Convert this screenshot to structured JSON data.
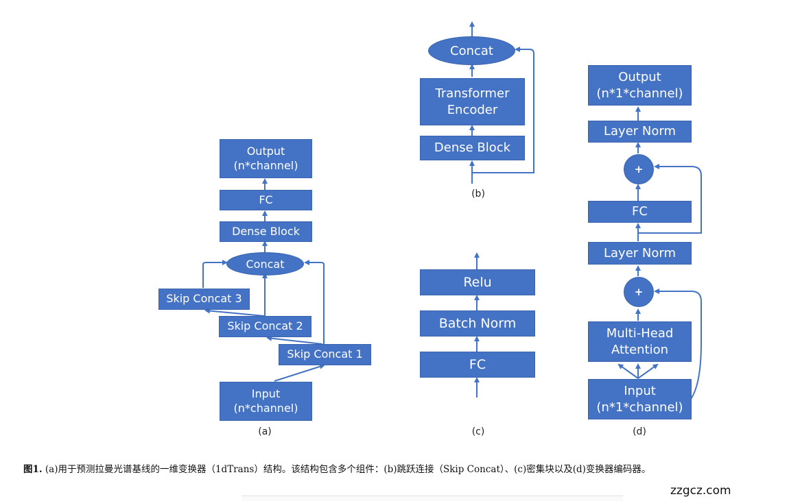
{
  "colors": {
    "box": "#4472c4",
    "line": "#4472c4",
    "text": "#ffffff"
  },
  "diagram_a": {
    "output": "Output\n(n*channel)",
    "fc": "FC",
    "dense_block": "Dense Block",
    "concat": "Concat",
    "skip3": "Skip Concat 3",
    "skip2": "Skip Concat 2",
    "skip1": "Skip Concat 1",
    "input": "Input\n(n*channel)",
    "label": "(a)"
  },
  "diagram_b": {
    "concat": "Concat",
    "transformer": "Transformer\nEncoder",
    "dense_block": "Dense Block",
    "label": "(b)"
  },
  "diagram_c": {
    "relu": "Relu",
    "batch_norm": "Batch Norm",
    "fc": "FC",
    "label": "(c)"
  },
  "diagram_d": {
    "output": "Output\n(n*1*channel)",
    "layer_norm_top": "Layer Norm",
    "plus_top": "+",
    "fc": "FC",
    "layer_norm_mid": "Layer Norm",
    "plus_bottom": "+",
    "attention": "Multi-Head\nAttention",
    "input": "Input\n(n*1*channel)",
    "label": "(d)"
  },
  "caption": {
    "prefix": "图1.",
    "text": " (a)用于预测拉曼光谱基线的一维变换器（1dTrans）结构。该结构包含多个组件：(b)跳跃连接（Skip Concat）、(c)密集块以及(d)变换器编码器。"
  },
  "watermark": "zzgcz.com"
}
